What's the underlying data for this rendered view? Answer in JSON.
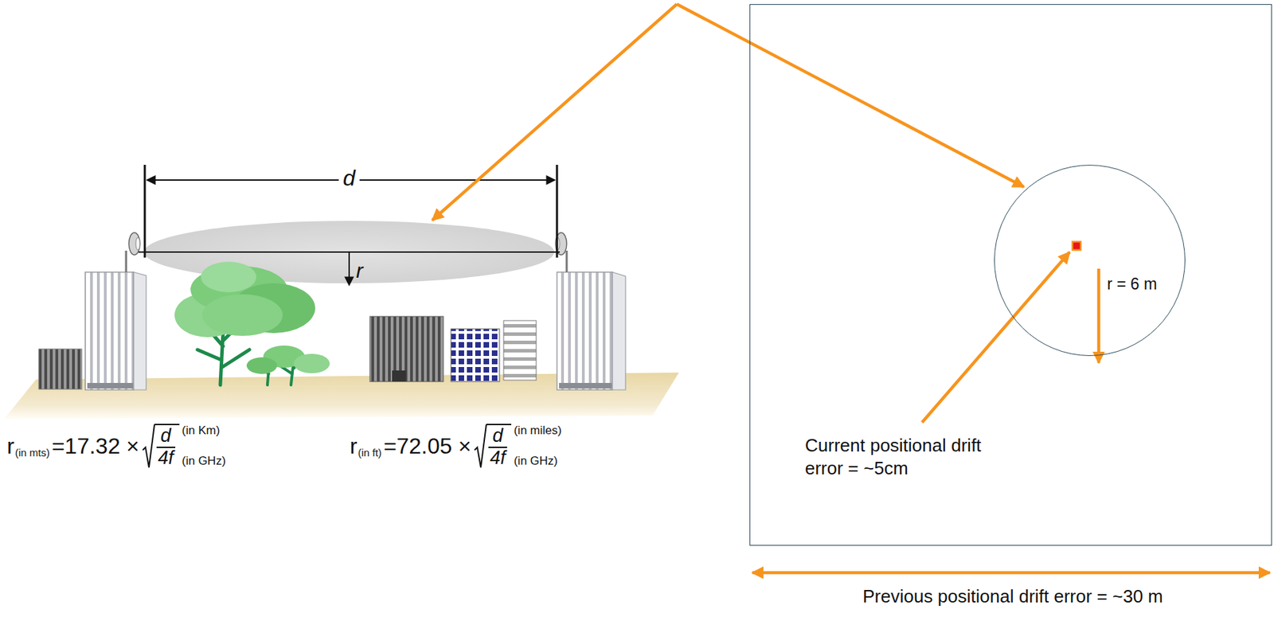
{
  "diagram": {
    "nodes": [
      {
        "text": [
          "Current positional drift error = ~5cm"
        ]
      },
      {
        "text": [
          "r = 6 m"
        ],
        "in": 0
      }
    ],
    "labels": [
      "d",
      "r",
      "r",
      "(in mts)",
      "=17.32 ×",
      "d",
      "4f",
      "(in Km)",
      "(in GHz)",
      "r",
      "(in ft)",
      "=72.05 ×",
      "d",
      "4f",
      "(in miles)",
      "(in GHz)",
      "Previous positional drift error = ~30 m"
    ]
  }
}
